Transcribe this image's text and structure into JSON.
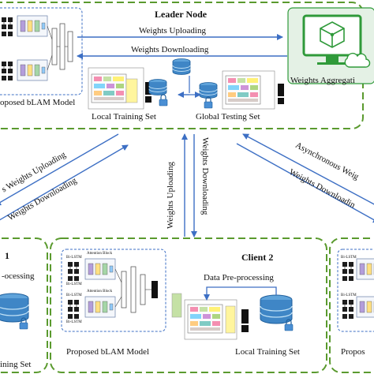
{
  "leader_node": {
    "title": "Leader Node",
    "model_label": "oposed bLAM Model",
    "local_set_label": "Local Training Set",
    "global_set_label": "Global Testing Set",
    "aggregation_label": "Weights Aggregati",
    "uploading_label": "Weights Uploading",
    "downloading_label": "Weights Downloading"
  },
  "links": {
    "left_upload": "s Weights Uploading",
    "left_download": "Weights Downloading",
    "center_upload": "Weights Uploading",
    "center_download": "Weights Downloading",
    "right_upload": "Asynchronous Weig",
    "right_download": "Weights Downloadin"
  },
  "client_1": {
    "title": "1",
    "preproc_label": "-ocessing",
    "set_label": "ining Set"
  },
  "client_2": {
    "title": "Client 2",
    "preproc_label": "Data Pre-processing",
    "model_label": "Proposed bLAM Model",
    "set_label": "Local Training Set",
    "block_labels": [
      "Attention Block",
      "Attention Block"
    ],
    "lstm_labels": [
      "Bi-LSTM",
      "Bi-LSTM",
      "Bi-LSTM",
      "Bi-LSTM"
    ]
  },
  "client_3": {
    "model_label": "Propos",
    "lstm_labels": [
      "Bi-LSTM",
      "Bi-LSTM"
    ]
  },
  "colors": {
    "dash_border": "#5a9a2e",
    "arrow_blue": "#3d6fc4",
    "db_blue": "#3f86c6",
    "monitor_green": "#2f9a3a"
  }
}
